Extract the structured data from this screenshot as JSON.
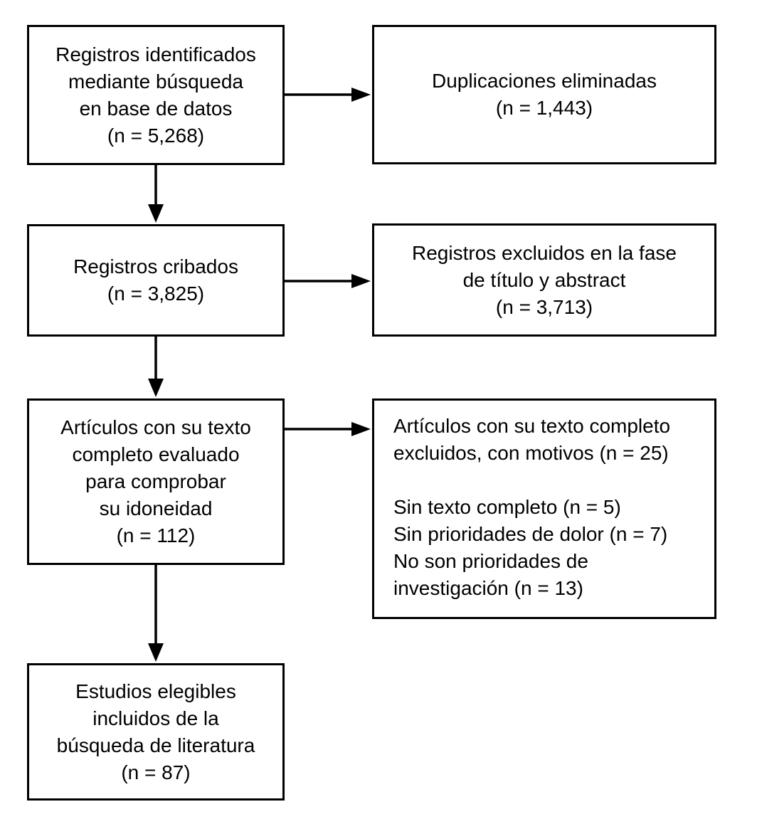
{
  "diagram": {
    "title_semantic": "PRISMA literature search flow diagram (Spanish)",
    "colors": {
      "background": "#ffffff",
      "line": "#000000",
      "text": "#000000"
    },
    "boxes": {
      "identified": {
        "lines": [
          "Registros identificados",
          "mediante búsqueda",
          "en base de datos",
          "(n = 5,268)"
        ],
        "count": "5,268"
      },
      "duplicates_removed": {
        "lines": [
          "Duplicaciones eliminadas",
          "(n = 1,443)"
        ],
        "count": "1,443"
      },
      "screened": {
        "lines": [
          "Registros cribados",
          "(n = 3,825)"
        ],
        "count": "3,825"
      },
      "excluded_title_abstract": {
        "lines": [
          "Registros excluidos en la fase",
          "de título y abstract",
          "(n = 3,713)"
        ],
        "count": "3,713"
      },
      "fulltext_assessed": {
        "lines": [
          "Artículos con su texto",
          "completo evaluado",
          "para comprobar",
          "su idoneidad",
          "(n = 112)"
        ],
        "count": "112"
      },
      "fulltext_excluded": {
        "lines": [
          "Artículos con su texto completo",
          "excluidos, con motivos (n = 25)",
          "",
          "Sin texto completo (n = 5)",
          "Sin prioridades de dolor (n = 7)",
          "No son prioridades de",
          "investigación (n = 13)"
        ],
        "count": "25"
      },
      "included": {
        "lines": [
          "Estudios elegibles",
          "incluidos de la",
          "búsqueda de literatura",
          "(n = 87)"
        ],
        "count": "87"
      }
    }
  }
}
